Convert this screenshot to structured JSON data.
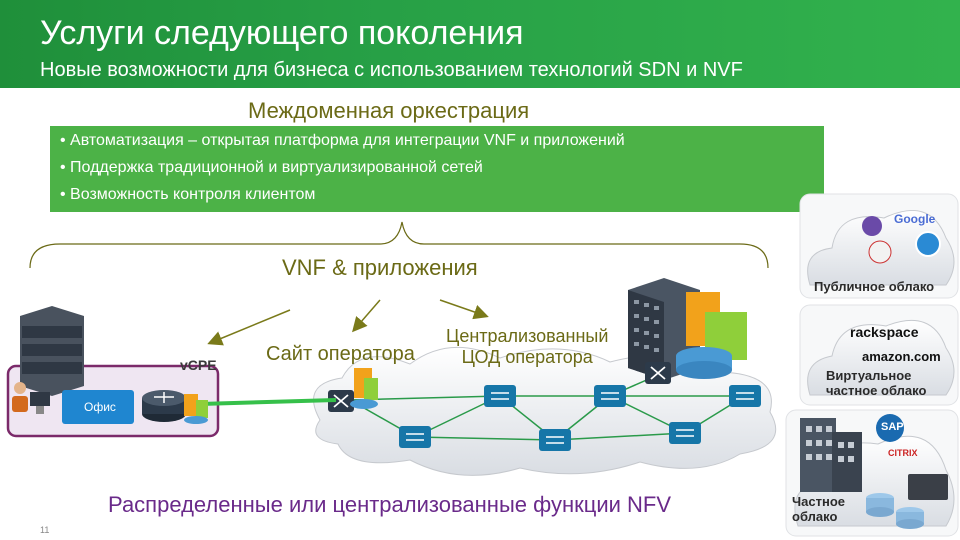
{
  "header": {
    "title": "Услуги следующего поколения",
    "subtitle": "Новые возможности для бизнеса с использованием технологий SDN и NVF"
  },
  "orchestration": {
    "title": "Междоменная оркестрация",
    "bullets": [
      "• Автоматизация – открытая платформа для интеграции VNF и приложений",
      "• Поддержка традиционной и виртуализированной сетей",
      "• Возможность контроля клиентом"
    ]
  },
  "diagram": {
    "vnf_label": "VNF & приложения",
    "site_label": "Сайт оператора",
    "dc_label_line1": "Централизованный",
    "dc_label_line2": "ЦОД оператора",
    "vcpe_label": "vCPE",
    "office_label": "Офис"
  },
  "clouds": {
    "public_label": "Публичное облако",
    "virtual_private_line1": "Виртуальное",
    "virtual_private_line2": "частное облако",
    "private_line1": "Частное",
    "private_line2": "облако",
    "brands": {
      "google": "Google",
      "rackspace": "rackspace",
      "amazon": "amazon.com",
      "sap": "SAP",
      "citrix": "CITRIX"
    }
  },
  "footer": {
    "bottom_text": "Распределенные или централизованные функции NFV",
    "page_number": "11"
  },
  "colors": {
    "header_green": "#27a046",
    "box_green": "#4cb247",
    "olive_text": "#6b6a16",
    "purple_text": "#6a2a8a"
  }
}
